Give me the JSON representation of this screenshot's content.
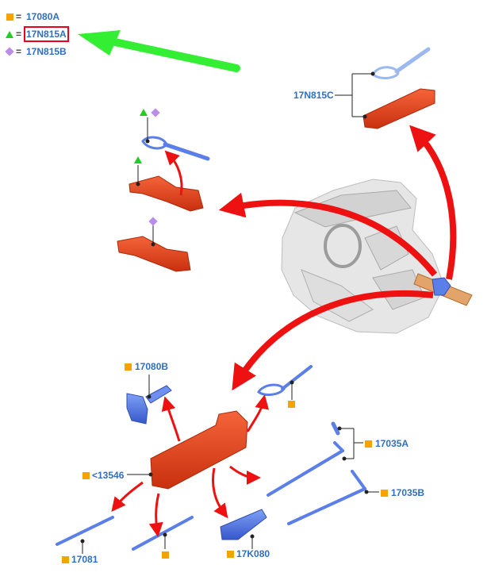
{
  "legend": [
    {
      "symbol": "square",
      "code": "17080A"
    },
    {
      "symbol": "triangle",
      "code": "17N815A",
      "highlighted": true
    },
    {
      "symbol": "diamond",
      "code": "17N815B"
    }
  ],
  "callouts": {
    "c_17N815C": "17N815C",
    "c_17080B": "17080B",
    "c_13546": "<13546",
    "c_17035A": "17035A",
    "c_17035B": "17035B",
    "c_17081": "17081",
    "c_17K080": "17K080"
  },
  "colors": {
    "label_blue": "#2f6fbf",
    "square": "#f5a300",
    "triangle": "#22cc22",
    "diamond": "#b98de8",
    "part_blue": "#4a72e0",
    "part_red": "#e8401a",
    "arrow_red": "#ee1111",
    "arrow_green": "#33ee33",
    "highlight_box": "#e8001c"
  },
  "icons": [
    "square-marker-icon",
    "triangle-marker-icon",
    "diamond-marker-icon"
  ]
}
